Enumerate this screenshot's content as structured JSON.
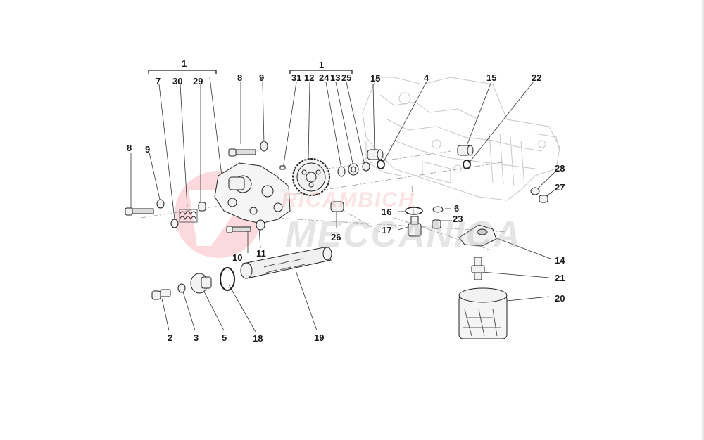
{
  "diagram": {
    "labels": {
      "group_1_left": "1",
      "group_1_right": "1",
      "p7": "7",
      "p30": "30",
      "p29": "29",
      "p8_top": "8",
      "p9_top": "9",
      "p31": "31",
      "p12": "12",
      "p24": "24",
      "p13": "13",
      "p25": "25",
      "p15_left": "15",
      "p4": "4",
      "p15_right": "15",
      "p22": "22",
      "p8_left": "8",
      "p9_left": "9",
      "p28": "28",
      "p27": "27",
      "p16": "16",
      "p6": "6",
      "p17": "17",
      "p23": "23",
      "p26": "26",
      "p10": "10",
      "p11": "11",
      "p14": "14",
      "p21": "21",
      "p20": "20",
      "p2": "2",
      "p3": "3",
      "p5": "5",
      "p18": "18",
      "p19": "19"
    },
    "watermark": {
      "line1": "RICAMBICH",
      "line2": "MECCANICA",
      "color": "#e8192c"
    }
  }
}
